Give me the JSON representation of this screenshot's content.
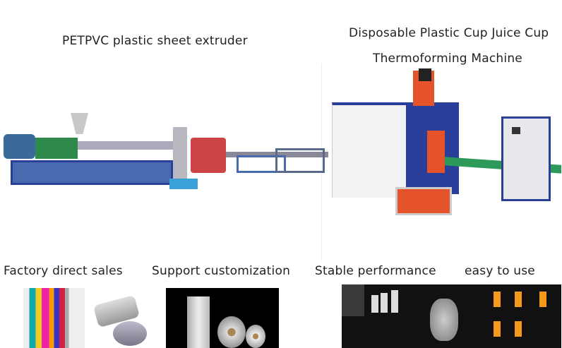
{
  "left_title": "PETPVC plastic sheet extruder",
  "right_title_line1": "Disposable Plastic Cup Juice Cup",
  "right_title_line2": "Thermoforming Machine",
  "features": [
    "Factory direct sales",
    "Support customization",
    "Stable performance",
    "easy to use"
  ],
  "colors": {
    "machine_blue": "#2a3f9a",
    "machine_orange": "#e5532a",
    "conveyor_green": "#2e9a5a"
  }
}
